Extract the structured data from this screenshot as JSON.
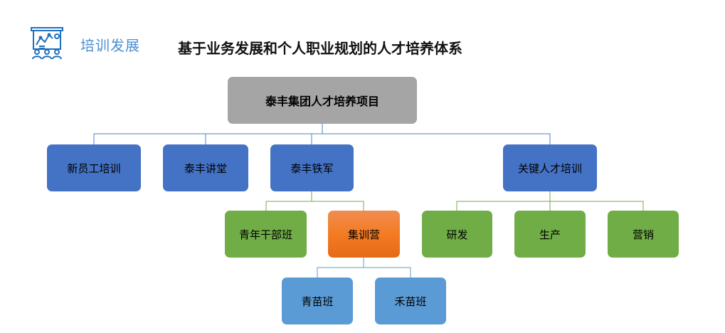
{
  "header": {
    "section": "培训发展",
    "title": "基于业务发展和个人职业规划的人才培养体系",
    "icon": "training-presentation-icon"
  },
  "root": "泰丰集团人才培养项目",
  "level1": [
    "新员工培训",
    "泰丰讲堂",
    "泰丰铁军",
    "关键人才培训"
  ],
  "tiejun_children": [
    "青年干部班",
    "集训营"
  ],
  "key_children": [
    "研发",
    "生产",
    "营销"
  ],
  "camp_children": [
    "青苗班",
    "禾苗班"
  ],
  "colors": {
    "blue": "#4472c4",
    "green": "#70ad47",
    "light_blue": "#5b9bd5",
    "orange": "#f47b23",
    "gray": "#a5a5a5"
  }
}
